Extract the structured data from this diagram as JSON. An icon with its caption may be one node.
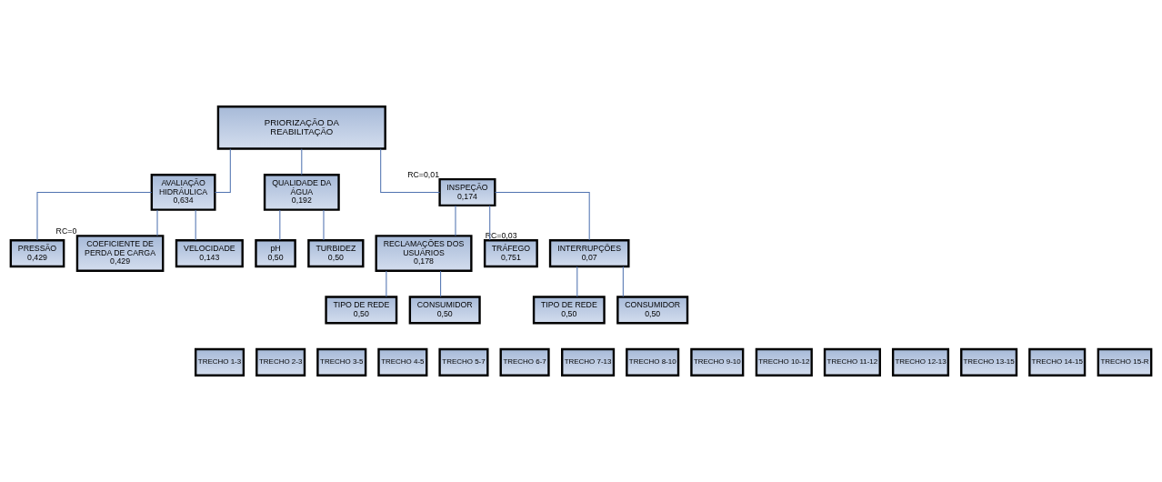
{
  "diagram": {
    "nodes": [
      {
        "text": [
          "PRIORIZAÇÃO DA REABILITAÇÃO"
        ]
      },
      {
        "text": [
          "AVALIAÇÃO HIDRÁULICA",
          "0,634"
        ]
      },
      {
        "text": [
          "QUALIDADE DA ÁGUA",
          "0,192"
        ]
      },
      {
        "text": [
          "INSPEÇÃO",
          "0,174"
        ],
        "beside": [
          "RC=0,01"
        ]
      },
      {
        "text": [
          "PRESSÃO",
          "0,429"
        ]
      },
      {
        "text": [
          "COEFICIENTE DE PERDA DE CARGA",
          "0,429"
        ],
        "beside": [
          "RC=0"
        ]
      },
      {
        "text": [
          "VELOCIDADE",
          "0,143"
        ]
      },
      {
        "text": [
          "pH",
          "0,50"
        ]
      },
      {
        "text": [
          "TURBIDEZ",
          "0,50"
        ]
      },
      {
        "text": [
          "RECLAMAÇÕES DOS USUÁRIOS",
          "0,178"
        ]
      },
      {
        "text": [
          "TRÁFEGO",
          "0,751"
        ],
        "beside": [
          "RC=0,03"
        ]
      },
      {
        "text": [
          "INTERRUPÇÕES",
          "0,07"
        ]
      },
      {
        "text": [
          "TIPO DE REDE",
          "0,50"
        ]
      },
      {
        "text": [
          "CONSUMIDOR",
          "0,50"
        ]
      },
      {
        "text": [
          "TIPO DE REDE",
          "0,50"
        ]
      },
      {
        "text": [
          "CONSUMIDOR",
          "0,50"
        ]
      },
      {
        "text": [
          "TRECHO 1-3"
        ]
      },
      {
        "text": [
          "TRECHO 2-3"
        ]
      },
      {
        "text": [
          "TRECHO 3-5"
        ]
      },
      {
        "text": [
          "TRECHO 4-5"
        ]
      },
      {
        "text": [
          "TRECHO 5-7"
        ]
      },
      {
        "text": [
          "TRECHO 6-7"
        ]
      },
      {
        "text": [
          "TRECHO 7-13"
        ]
      },
      {
        "text": [
          "TRECHO 8-10"
        ]
      },
      {
        "text": [
          "TRECHO 9-10"
        ]
      },
      {
        "text": [
          "TRECHO 10-12"
        ]
      },
      {
        "text": [
          "TRECHO 11-12"
        ]
      },
      {
        "text": [
          "TRECHO 12-13"
        ]
      },
      {
        "text": [
          "TRECHO 13-15"
        ]
      },
      {
        "text": [
          "TRECHO 14-15"
        ]
      },
      {
        "text": [
          "TRECHO 15-R"
        ]
      }
    ],
    "edges": [
      {
        "from": 0,
        "to": 1,
        "arrow": "none"
      },
      {
        "from": 0,
        "to": 2,
        "arrow": "none"
      },
      {
        "from": 0,
        "to": 3,
        "arrow": "none"
      },
      {
        "from": 1,
        "to": 4,
        "arrow": "none"
      },
      {
        "from": 1,
        "to": 5,
        "arrow": "none"
      },
      {
        "from": 1,
        "to": 6,
        "arrow": "none"
      },
      {
        "from": 2,
        "to": 7,
        "arrow": "none"
      },
      {
        "from": 2,
        "to": 8,
        "arrow": "none"
      },
      {
        "from": 3,
        "to": 9,
        "arrow": "none"
      },
      {
        "from": 3,
        "to": 10,
        "arrow": "none"
      },
      {
        "from": 3,
        "to": 11,
        "arrow": "none"
      },
      {
        "from": 9,
        "to": 12,
        "arrow": "none"
      },
      {
        "from": 9,
        "to": 13,
        "arrow": "none"
      },
      {
        "from": 11,
        "to": 14,
        "arrow": "none"
      },
      {
        "from": 11,
        "to": 15,
        "arrow": "none"
      }
    ]
  }
}
